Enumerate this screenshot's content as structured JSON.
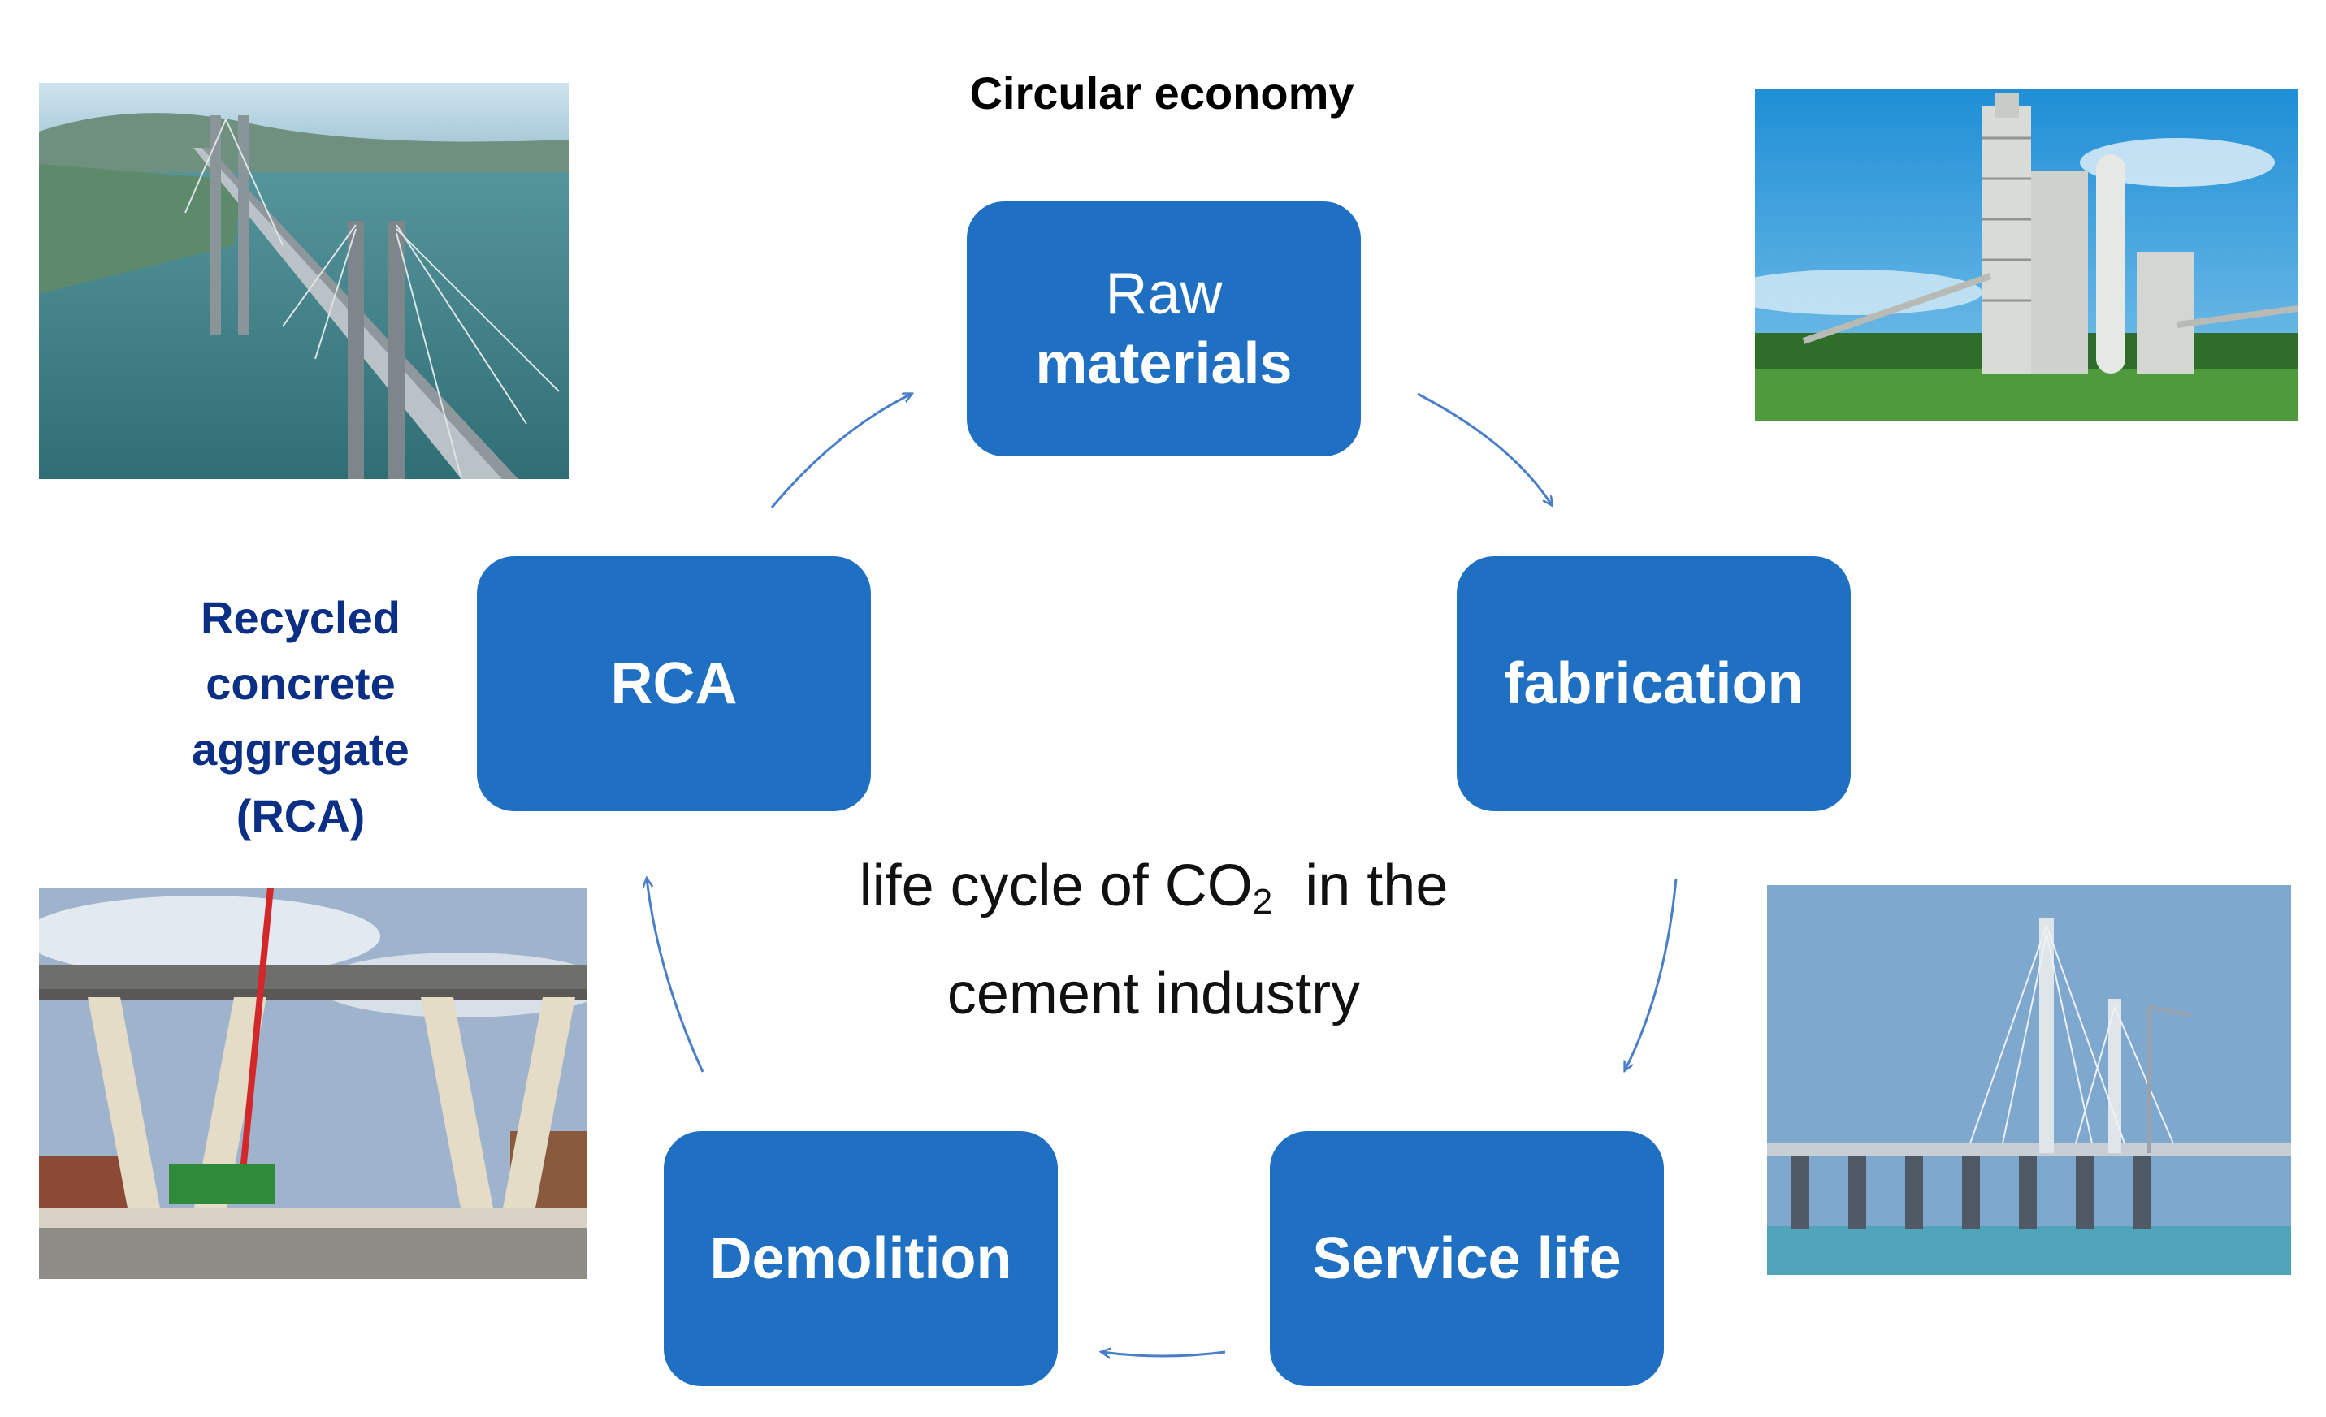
{
  "title": "Circular economy",
  "nodes": {
    "raw": {
      "line1": "Raw",
      "line2": "materials"
    },
    "fabrication": "fabrication",
    "service": "Service life",
    "demolition": "Demolition",
    "rca": "RCA"
  },
  "rca_label": {
    "l1": "Recycled",
    "l2": "concrete",
    "l3": "aggregate",
    "l4": "(RCA)"
  },
  "center": {
    "pre": "life cycle of CO",
    "sub": "2",
    "post": "  in the",
    "line2": "cement industry"
  },
  "colors": {
    "node_fill": "#1f6fc2",
    "label_blue": "#0c2f86",
    "arrow": "#4a7fc8"
  }
}
